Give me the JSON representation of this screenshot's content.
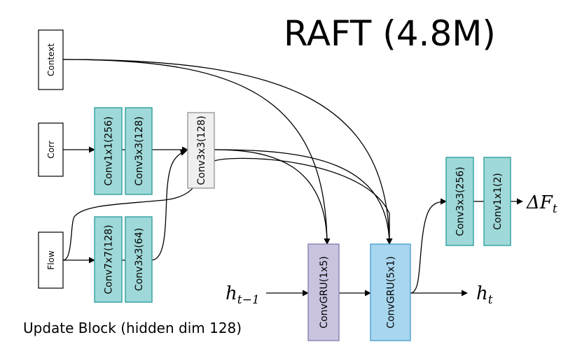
{
  "title": "RAFT (4.8M)",
  "caption": "Update Block (hidden dim 128)",
  "inputs": {
    "context": "Context",
    "corr": "Corr",
    "flow": "Flow"
  },
  "blocks": {
    "corr_conv1": "Conv1x1(256)",
    "corr_conv2": "Conv3x3(128)",
    "flow_conv1": "Conv7x7(128)",
    "flow_conv2": "Conv3x3(64)",
    "merge_conv": "Conv3x3(128)",
    "gru1": "ConvGRU(1x5)",
    "gru2": "ConvGRU(5x1)",
    "head_conv1": "Conv3x3(256)",
    "head_conv2": "Conv1x1(2)"
  },
  "symbols": {
    "h_prev": "h",
    "h_prev_sub": "t−1",
    "h_out": "h",
    "h_out_sub": "t",
    "delta_f": "ΔF",
    "delta_f_sub": "t"
  },
  "colors": {
    "teal_fill": "#9fd8d8",
    "teal_stroke": "#2f9f9f",
    "gray_fill": "#efefef",
    "gray_stroke": "#9a9a9a",
    "purple_fill": "#c9c3df",
    "purple_stroke": "#8a80b0",
    "blue_fill": "#a8d6ef",
    "blue_stroke": "#4d9fcf"
  }
}
